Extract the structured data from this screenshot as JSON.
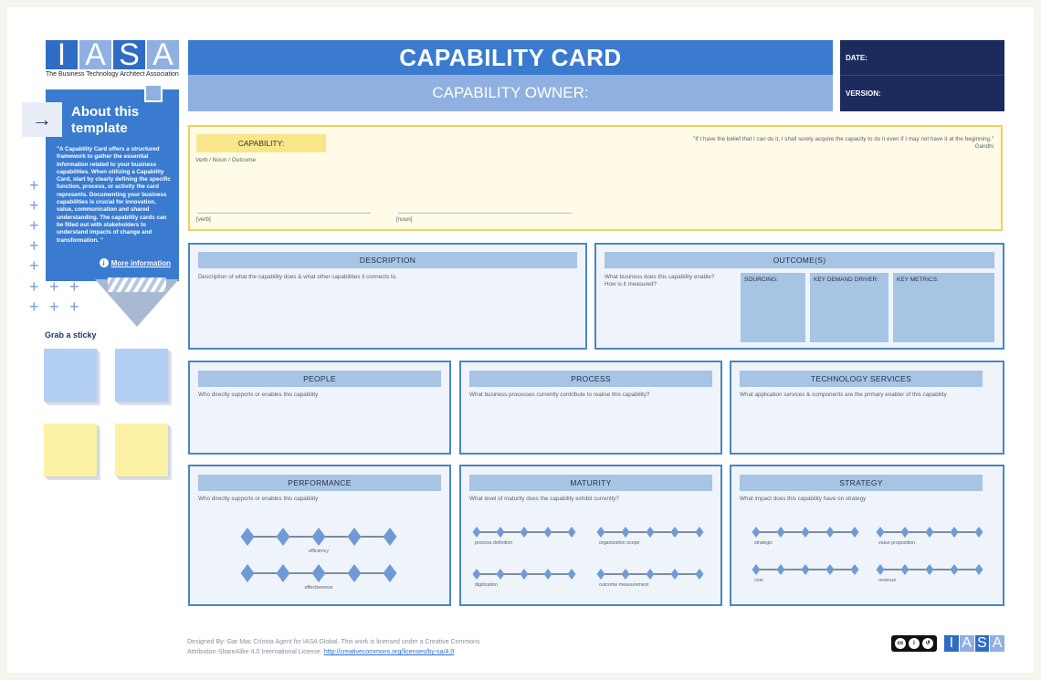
{
  "logo": {
    "letters": [
      "I",
      "A",
      "S",
      "A"
    ],
    "letter_colors": [
      "#2f6cc5",
      "#8fb0e0",
      "#2f6cc5",
      "#8fb0e0"
    ],
    "tagline": "The Business Technology Architect Association"
  },
  "about": {
    "title": "About this template",
    "text": "\"A Capability Card offers a structured framework to gather the essential information related to your business capabilities. When utilizing a Capability Card, start by clearly defining the specific function, process, or activity the card represents. Documenting your business capabilities is crucial for innovation, value, communication and shared understanding. The capability cards can be filled out with stakeholders to understand impacts of change and transformation. \"",
    "more_link": "More information"
  },
  "stickies": {
    "title": "Grab a sticky",
    "colors": [
      "#b4cff4",
      "#b4cff4",
      "#fcf2a6",
      "#fcf2a6"
    ]
  },
  "header": {
    "title": "CAPABILITY CARD",
    "owner": "CAPABILITY OWNER:",
    "date_label": "DATE:",
    "version_label": "VERSION:"
  },
  "capability": {
    "label": "CAPABILITY:",
    "subtitle": "Verb / Noun / Outcome",
    "quote": "\"If I have the belief that I can do it, I shall surely acquire the capacity to do it even if I may not have it at the beginning.\"",
    "quote_author": "Gandhi",
    "verb_label": "[verb]",
    "noun_label": "[noun]"
  },
  "description": {
    "title": "DESCRIPTION",
    "text": "Description of what the capability does & what other capabilities it connects to."
  },
  "outcomes": {
    "title": "OUTCOME(S)",
    "text_line1": "What business does this capability enable?",
    "text_line2": "How is it measured?",
    "boxes": [
      "SOURCING:",
      "KEY DEMAND DRIVER:",
      "KEY METRICS:"
    ]
  },
  "people": {
    "title": "PEOPLE",
    "text": "Who directly supports or enables this capability"
  },
  "process": {
    "title": "PROCESS",
    "text": "What business processes currently contribute to realise this capability?"
  },
  "technology": {
    "title": "TECHNOLOGY SERVICES",
    "text": "What application services & components are the primary enabler of this capability"
  },
  "performance": {
    "title": "PERFORMANCE",
    "text": "Who directly supports or enables this capability",
    "scales": [
      "efficiency",
      "effectiveness"
    ]
  },
  "maturity": {
    "title": "MATURITY",
    "text": "What level of maturity does the capability exhibit currently?",
    "scales": [
      "process definition",
      "organization scope",
      "digitization",
      "outcome measurement"
    ]
  },
  "strategy": {
    "title": "STRATEGY",
    "text": "What impact does this capability have on strategy",
    "scales": [
      "strategic",
      "value proposition",
      "cost",
      "revenue"
    ]
  },
  "footer": {
    "line1": "Designed By: Gar Mac Críosta Agent for IASA Global. This work is licensed under a Creative Commons",
    "line2": "Attribution-ShareAlike 4.0 International License.",
    "link": "http://creativecommons.org/licenses/by-sa/4.0",
    "cc_badge": "cc by sa"
  }
}
